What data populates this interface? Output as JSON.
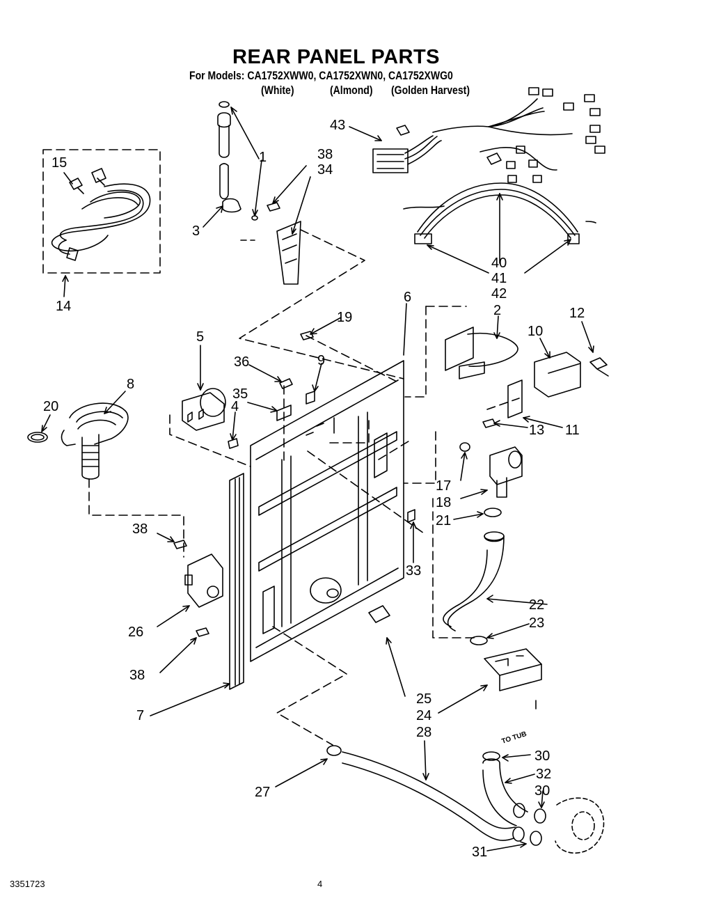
{
  "header": {
    "title": "REAR PANEL PARTS",
    "models_line": "For Models: CA1752XWW0, CA1752XWN0, CA1752XWG0",
    "variants": [
      "(White)",
      "(Almond)",
      "(Golden Harvest)"
    ]
  },
  "callouts": {
    "c1": "1",
    "c2": "2",
    "c3": "3",
    "c4": "4",
    "c5": "5",
    "c6": "6",
    "c7": "7",
    "c8": "8",
    "c9": "9",
    "c10": "10",
    "c11": "11",
    "c12": "12",
    "c13": "13",
    "c14": "14",
    "c15": "15",
    "c17": "17",
    "c18": "18",
    "c19": "19",
    "c20": "20",
    "c21": "21",
    "c22": "22",
    "c23": "23",
    "c24": "24",
    "c25": "25",
    "c26": "26",
    "c27": "27",
    "c28": "28",
    "c30a": "30",
    "c30b": "30",
    "c31": "31",
    "c32": "32",
    "c33": "33",
    "c34": "34",
    "c35": "35",
    "c36": "36",
    "c38a": "38",
    "c38b": "38",
    "c38c": "38",
    "c40": "40",
    "c41": "41",
    "c42": "42",
    "c43": "43"
  },
  "tub_label": "TO TUB",
  "footer": {
    "doc_number": "3351723",
    "page_number": "4"
  }
}
